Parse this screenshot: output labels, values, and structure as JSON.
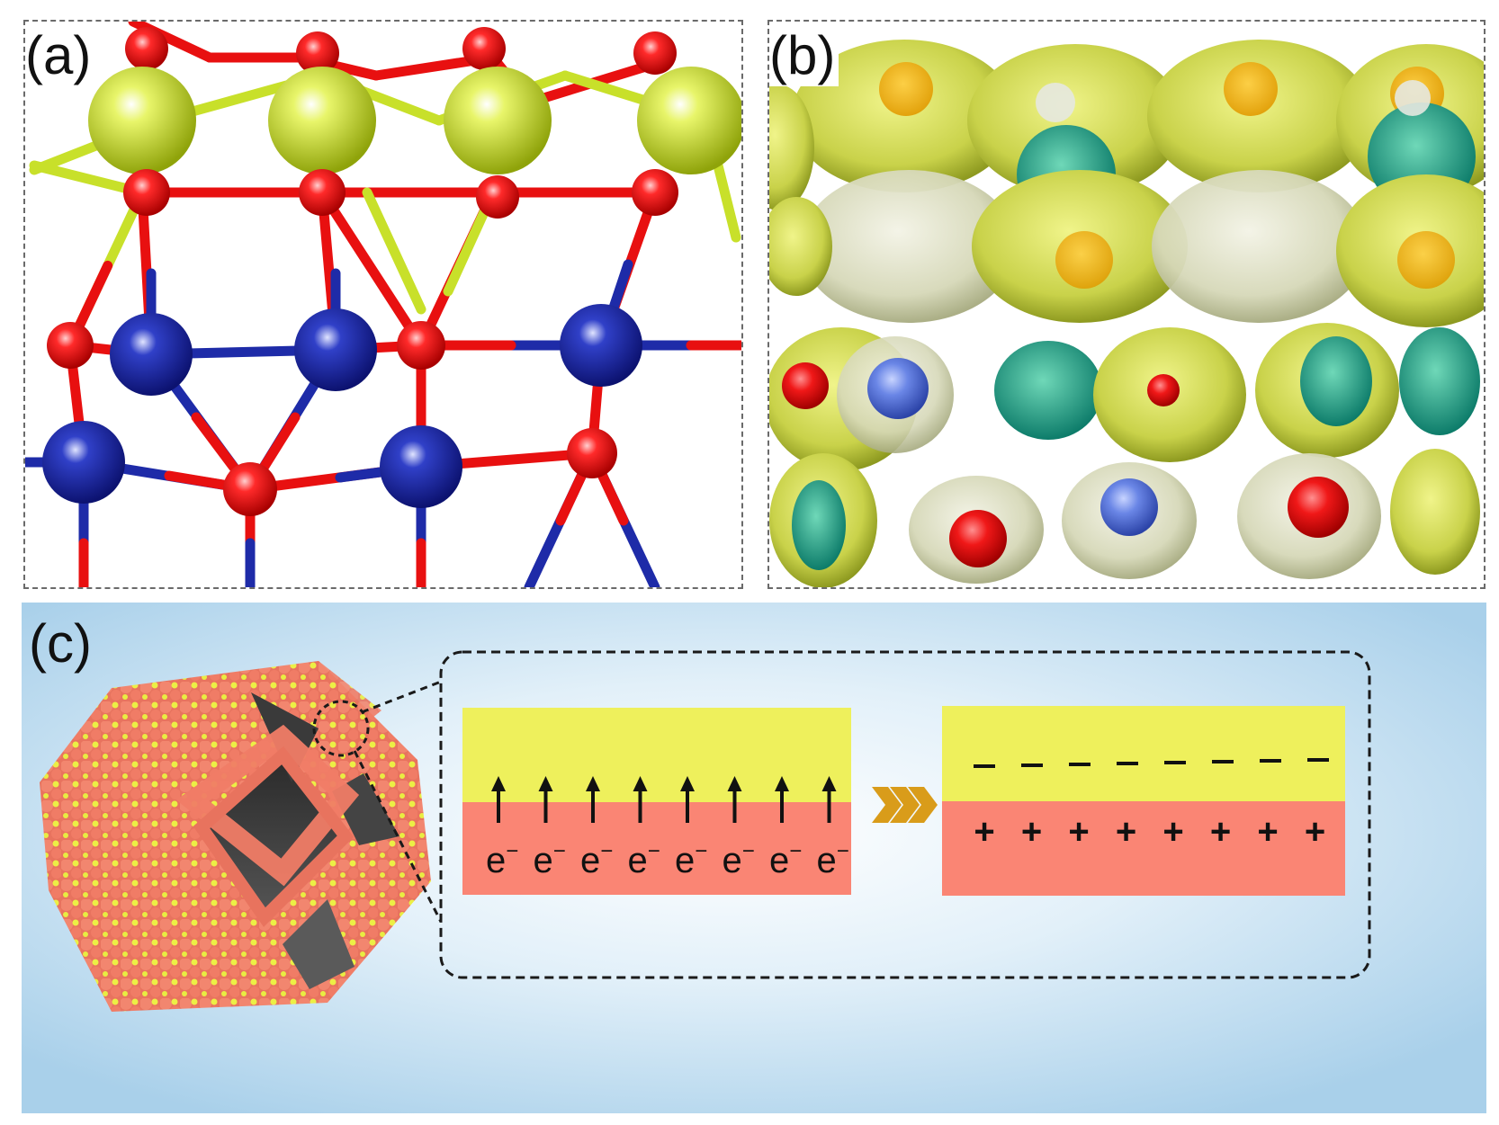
{
  "panels": {
    "a": {
      "label": "(a)"
    },
    "b": {
      "label": "(b)"
    },
    "c": {
      "label": "(c)"
    }
  },
  "schematic": {
    "electron_symbol": "e",
    "electron_sup": "−",
    "electron_count": 8,
    "minus_count": 8,
    "plus_count": 8,
    "plus_symbol": "+"
  },
  "colors": {
    "yellow_layer": "#eef05c",
    "salmon_layer": "#fa8574",
    "arrow_gold": "#d99c1a",
    "background_blue": "#b8d9ee",
    "atom_yellow": "#c8e02a",
    "atom_red": "#e81010",
    "atom_blue": "#1e2ba8"
  }
}
